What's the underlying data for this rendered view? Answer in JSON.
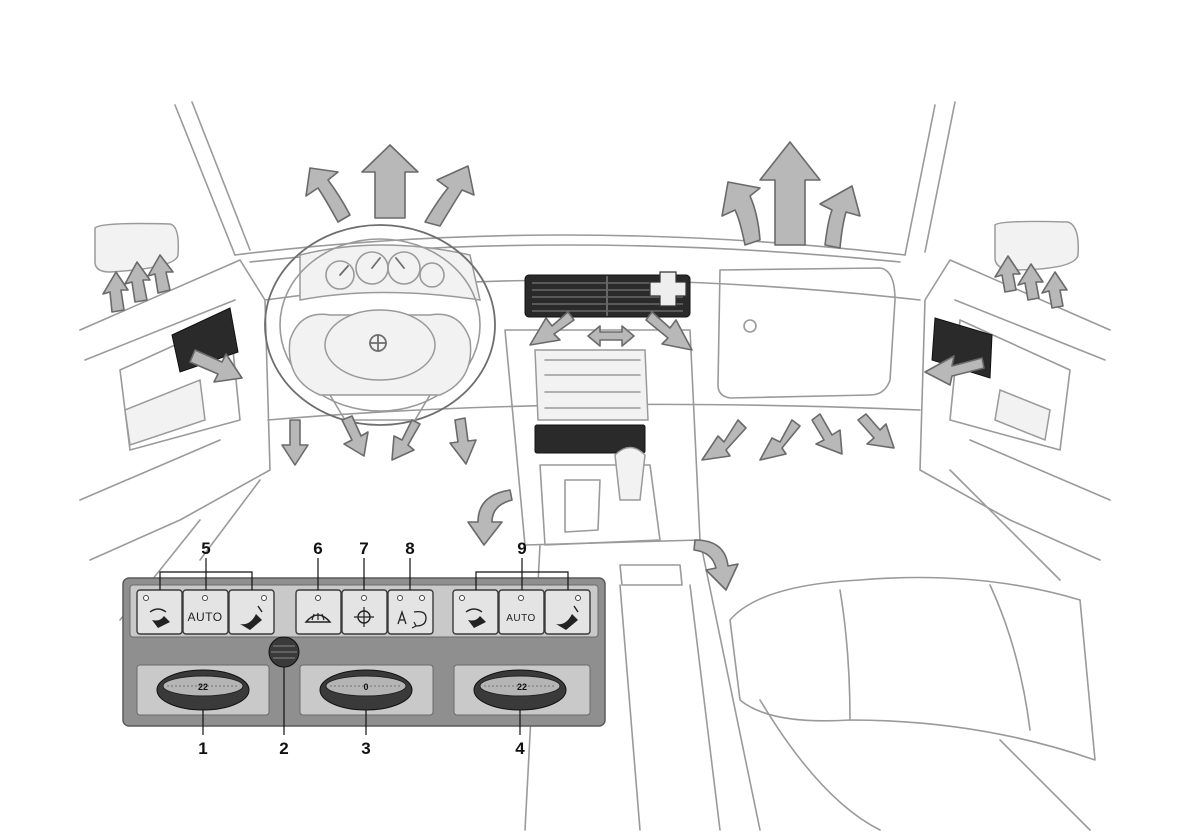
{
  "callouts": {
    "c1": "1",
    "c2": "2",
    "c3": "3",
    "c4": "4",
    "c5": "5",
    "c6": "6",
    "c7": "7",
    "c8": "8",
    "c9": "9"
  },
  "buttons": {
    "left_auto": "AUTO",
    "right_auto": "AUTO"
  },
  "knobs": {
    "left_temp": "22",
    "center_value": "0",
    "right_temp": "22"
  },
  "icons": {
    "left_upper_flow": "air-flow-upper-icon",
    "left_lower_flow": "air-flow-footwell-icon",
    "defrost": "windshield-defrost-icon",
    "ac": "ac-compressor-icon",
    "recirculation": "recirculation-icon"
  },
  "colors": {
    "panel": "#8f8f8f",
    "button": "#e4e4e4",
    "arrow": "#b8b8b8"
  }
}
